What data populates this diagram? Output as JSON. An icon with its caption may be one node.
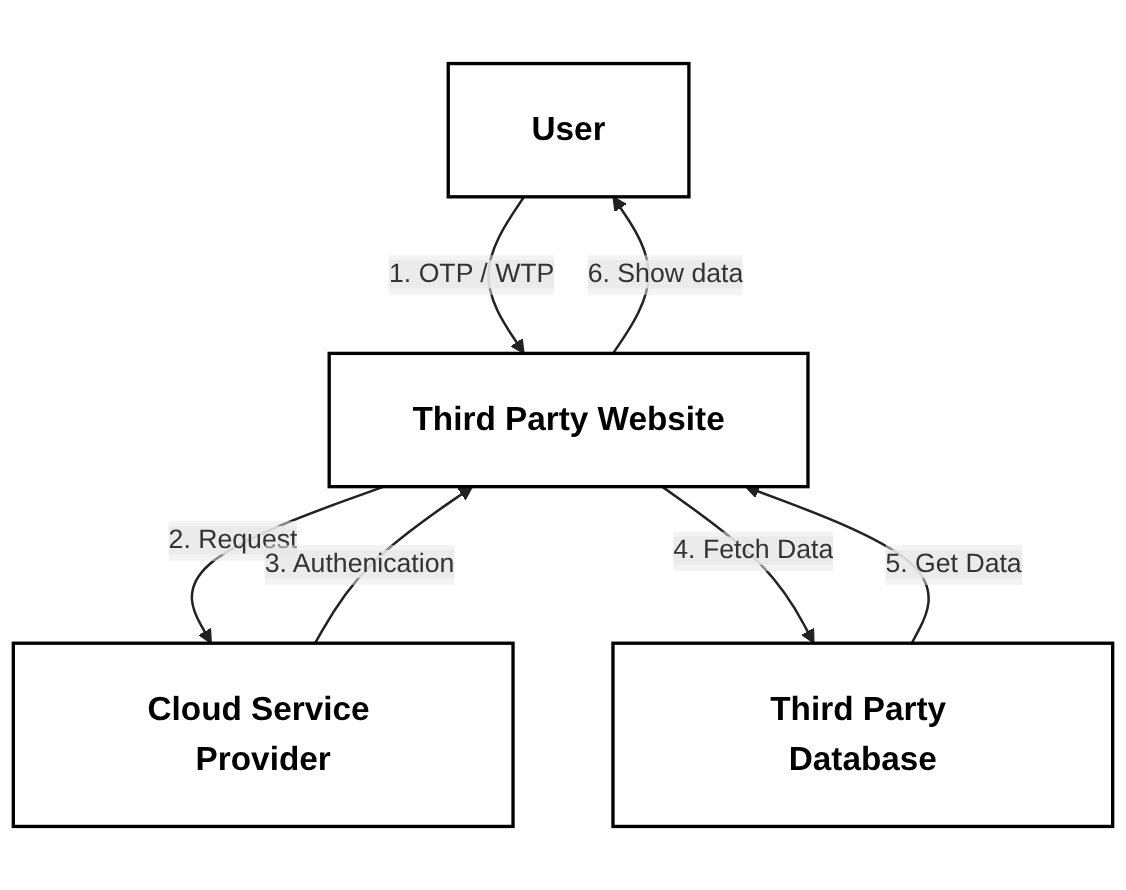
{
  "diagram": {
    "nodes": [
      {
        "text": [
          "User"
        ]
      },
      {
        "text": [
          "Cloud Service Provider"
        ]
      },
      {
        "text": [
          "Third Party Website"
        ]
      },
      {
        "text": [
          "Third Party Database"
        ]
      }
    ],
    "edges": [
      {
        "from": 0,
        "to": 2,
        "arrow": "to",
        "label": "1. OTP / WTP"
      },
      {
        "from": 2,
        "to": 1,
        "arrow": "to",
        "label": "2. Request"
      },
      {
        "from": 1,
        "to": 2,
        "arrow": "to",
        "label": "3. Authenication"
      },
      {
        "from": 2,
        "to": 3,
        "arrow": "to",
        "label": "4. Fetch Data"
      },
      {
        "from": 3,
        "to": 2,
        "arrow": "to",
        "label": "5. Get Data"
      },
      {
        "from": 2,
        "to": 0,
        "arrow": "to",
        "label": "6. Show data"
      }
    ]
  }
}
